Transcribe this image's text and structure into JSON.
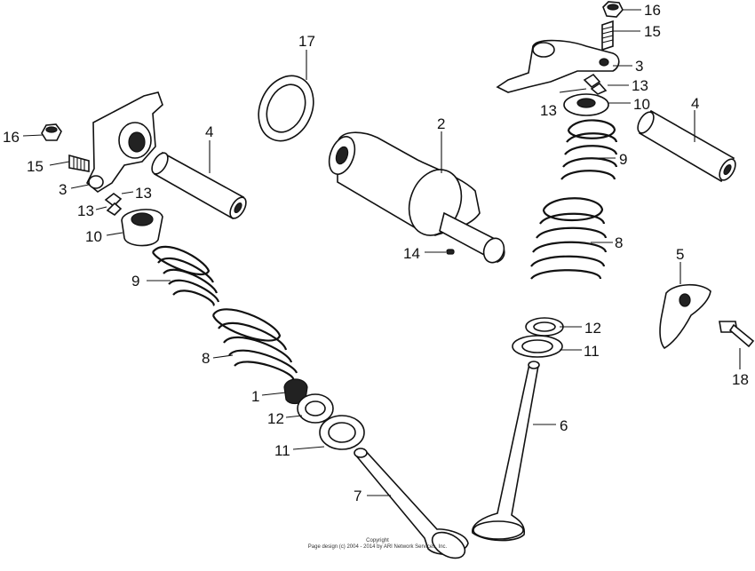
{
  "labels": [
    {
      "id": "l16a",
      "text": "16"
    },
    {
      "id": "l15a",
      "text": "15"
    },
    {
      "id": "l3a",
      "text": "3"
    },
    {
      "id": "l13a",
      "text": "13"
    },
    {
      "id": "l13b",
      "text": "13"
    },
    {
      "id": "l10a",
      "text": "10"
    },
    {
      "id": "l9a",
      "text": "9"
    },
    {
      "id": "l8a",
      "text": "8"
    },
    {
      "id": "l1",
      "text": "1"
    },
    {
      "id": "l12a",
      "text": "12"
    },
    {
      "id": "l11a",
      "text": "11"
    },
    {
      "id": "l7",
      "text": "7"
    },
    {
      "id": "l4a",
      "text": "4"
    },
    {
      "id": "l17",
      "text": "17"
    },
    {
      "id": "l2",
      "text": "2"
    },
    {
      "id": "l14",
      "text": "14"
    },
    {
      "id": "l16b",
      "text": "16"
    },
    {
      "id": "l15b",
      "text": "15"
    },
    {
      "id": "l3b",
      "text": "3"
    },
    {
      "id": "l13c",
      "text": "13"
    },
    {
      "id": "l13d",
      "text": "13"
    },
    {
      "id": "l10b",
      "text": "10"
    },
    {
      "id": "l9b",
      "text": "9"
    },
    {
      "id": "l8b",
      "text": "8"
    },
    {
      "id": "l4b",
      "text": "4"
    },
    {
      "id": "l5",
      "text": "5"
    },
    {
      "id": "l18",
      "text": "18"
    },
    {
      "id": "l12b",
      "text": "12"
    },
    {
      "id": "l11b",
      "text": "11"
    },
    {
      "id": "l6",
      "text": "6"
    }
  ],
  "copyright": {
    "line1": "Copyright",
    "line2": "Page design (c) 2004 - 2014 by ARI Network Services, Inc."
  },
  "colors": {
    "line": "#111111",
    "background": "#ffffff"
  }
}
